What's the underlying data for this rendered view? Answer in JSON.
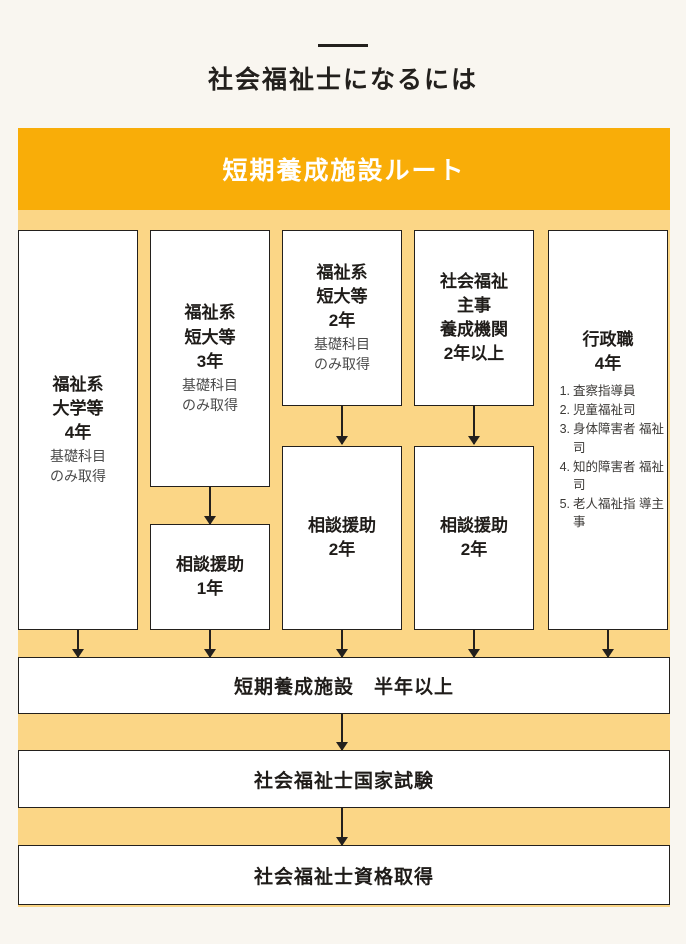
{
  "header": {
    "title": "社会福祉士になるには"
  },
  "banner": {
    "label": "短期養成施設ルート"
  },
  "colors": {
    "background": "#f9f6f0",
    "banner_orange": "#f9ad08",
    "panel_light_orange": "#fbd686",
    "box_fill": "#ffffff",
    "line": "#23201d",
    "sub_text": "#4a4a4a"
  },
  "columns": [
    {
      "id": "col-welfare-university",
      "top_box": {
        "main": "福祉系\n大学等\n4年",
        "sub": "基礎科目\nのみ取得"
      },
      "second_box": null
    },
    {
      "id": "col-welfare-junior-college-3",
      "top_box": {
        "main": "福祉系\n短大等\n3年",
        "sub": "基礎科目\nのみ取得"
      },
      "second_box": {
        "main": "相談援助\n1年",
        "sub": ""
      }
    },
    {
      "id": "col-welfare-junior-college-2",
      "top_box": {
        "main": "福祉系\n短大等\n2年",
        "sub": "基礎科目\nのみ取得"
      },
      "second_box": {
        "main": "相談援助\n2年",
        "sub": ""
      }
    },
    {
      "id": "col-social-welfare-officer",
      "top_box": {
        "main": "社会福祉\n主事\n養成機関\n2年以上",
        "sub": ""
      },
      "second_box": {
        "main": "相談援助\n2年",
        "sub": ""
      }
    },
    {
      "id": "col-administrative-post",
      "top_box": {
        "main": "行政職\n4年",
        "sub": ""
      },
      "list": [
        "査察指導員",
        "児童福祉司",
        "身体障害者\n福祉司",
        "知的障害者\n福祉司",
        "老人福祉指\n導主事"
      ],
      "second_box": null
    }
  ],
  "bars": [
    {
      "id": "bar-short-term-facility",
      "label": "短期養成施設　半年以上"
    },
    {
      "id": "bar-national-exam",
      "label": "社会福祉士国家試験"
    },
    {
      "id": "bar-qualification",
      "label": "社会福祉士資格取得"
    }
  ]
}
